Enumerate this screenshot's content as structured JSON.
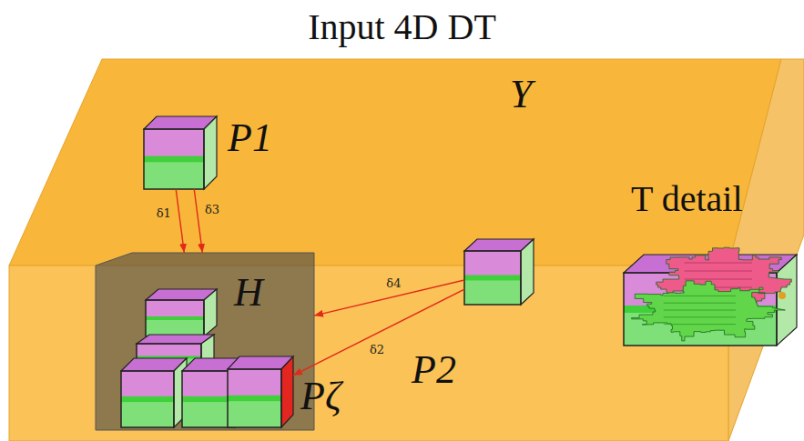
{
  "diagram": {
    "title": "Input 4D DT",
    "nodes": [
      {
        "text": [
          "Y"
        ]
      },
      {
        "text": [
          "P1"
        ],
        "in": 0
      },
      {
        "text": [
          "H"
        ],
        "in": 0
      },
      {
        "text": [
          "Pζ"
        ],
        "in": 2
      },
      {
        "text": [
          "P2"
        ],
        "in": 0
      },
      {
        "text": [
          "T detail"
        ]
      }
    ],
    "edges": [
      {
        "from": 1,
        "to": 2,
        "arrow": "to",
        "label": "δ1"
      },
      {
        "from": 1,
        "to": 2,
        "arrow": "to",
        "label": "δ3"
      },
      {
        "from": 4,
        "to": 2,
        "arrow": "to",
        "label": "δ4"
      },
      {
        "from": 4,
        "to": 3,
        "arrow": "to",
        "label": "δ2"
      }
    ]
  }
}
